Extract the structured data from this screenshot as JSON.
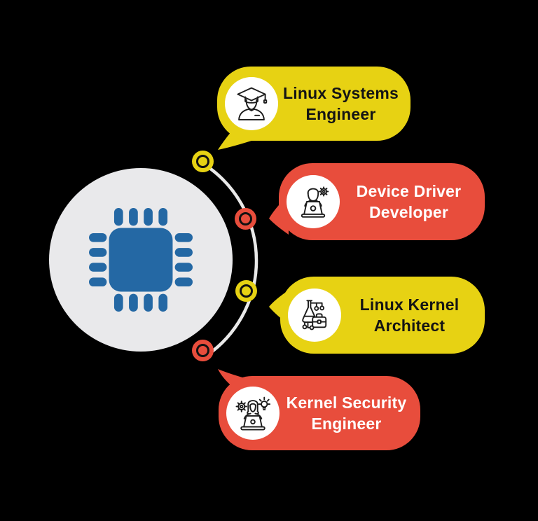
{
  "colors": {
    "background": "#000000",
    "yellow": "#E7D213",
    "red": "#E84D3C",
    "blue": "#2468A4",
    "hub_gray": "#E9E9EB",
    "arc": "#E9E9E9",
    "text_dark": "#141414",
    "text_light": "#FFFFFF",
    "icon_stroke": "#1C1C1C"
  },
  "hub": {
    "icon": "cpu-chip-icon"
  },
  "connector_dots": [
    {
      "color": "yellow"
    },
    {
      "color": "red"
    },
    {
      "color": "yellow"
    },
    {
      "color": "red"
    }
  ],
  "bubbles": [
    {
      "role": "linux-systems-engineer",
      "color": "yellow",
      "icon": "graduate-student-icon",
      "lines": [
        "Linux Systems",
        "Engineer"
      ]
    },
    {
      "role": "device-driver-developer",
      "color": "red",
      "icon": "developer-laptop-gear-icon",
      "lines": [
        "Device Driver",
        "Developer"
      ]
    },
    {
      "role": "linux-kernel-architect",
      "color": "yellow",
      "icon": "flask-briefcase-icon",
      "lines": [
        "Linux Kernel",
        "Architect"
      ]
    },
    {
      "role": "kernel-security-engineer",
      "color": "red",
      "icon": "engineer-gears-lightbulb-icon",
      "lines": [
        "Kernel Security",
        "Engineer"
      ]
    }
  ]
}
